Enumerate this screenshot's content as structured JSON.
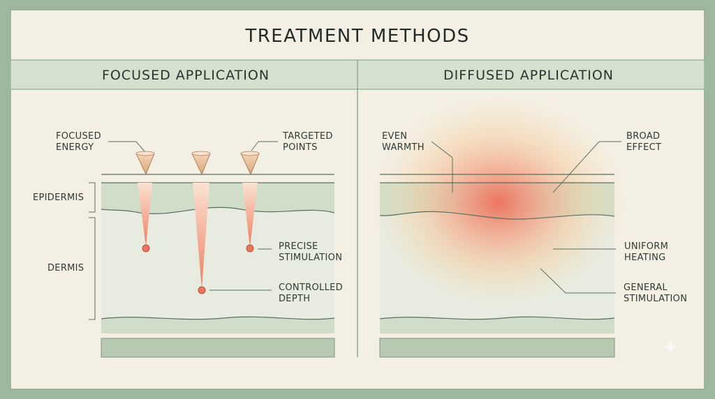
{
  "title": "TREATMENT METHODS",
  "panels": {
    "focused": {
      "header": "FOCUSED APPLICATION",
      "labels": {
        "focused_energy": [
          "FOCUSED",
          "ENERGY"
        ],
        "targeted_points": [
          "TARGETED",
          "POINTS"
        ],
        "precise_stimulation": [
          "PRECISE",
          "STIMULATION"
        ],
        "controlled_depth": [
          "CONTROLLED",
          "DEPTH"
        ]
      },
      "layers": {
        "epidermis": "EPIDERMIS",
        "dermis": "DERMIS"
      }
    },
    "diffused": {
      "header": "DIFFUSED APPLICATION",
      "labels": {
        "even_warmth": [
          "EVEN",
          "WARMTH"
        ],
        "broad_effect": [
          "BROAD",
          "EFFECT"
        ],
        "uniform_heating": [
          "UNIFORM",
          "HEATING"
        ],
        "general_stimulation": [
          "GENERAL",
          "STIMULATION"
        ]
      }
    }
  },
  "colors": {
    "frame": "#9fb79d",
    "background": "#f4efe3",
    "header_band": "#d5e0cf",
    "epidermis": "#d0ddc9",
    "dermis": "#e8ece0",
    "base_layer": "#b7c9b1",
    "line": "#5b6e62",
    "heat_core": "#ef6f5c",
    "heat_edge": "#f6c99a"
  }
}
